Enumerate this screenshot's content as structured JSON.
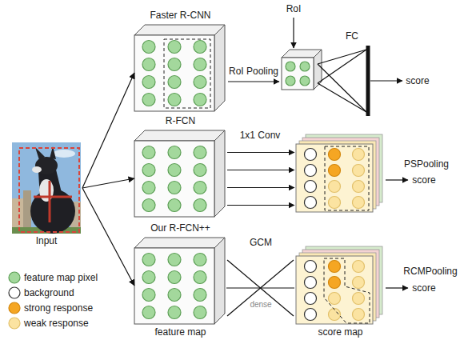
{
  "diagram": {
    "nodes": [
      {
        "text": [
          "Input"
        ]
      },
      {
        "text": [
          "Faster R-CNN"
        ]
      },
      {
        "text": [
          "R-FCN"
        ]
      },
      {
        "text": [
          "Our R-FCN++",
          "feature map"
        ]
      },
      {
        "text": [
          "score map"
        ]
      }
    ],
    "edges": [
      {
        "from": 0,
        "to": 1,
        "arrow": "to"
      },
      {
        "from": 0,
        "to": 2,
        "arrow": "to"
      },
      {
        "from": 0,
        "to": 3,
        "arrow": "to"
      },
      {
        "from": 3,
        "to": 4,
        "arrow": "none",
        "label": "GCM"
      }
    ],
    "labels": [
      "RoI",
      "FC",
      "RoI Pooling",
      "score",
      "1x1 Conv",
      "PSPooling",
      "score",
      "dense",
      "RCMPooling",
      "score"
    ],
    "legend": [
      {
        "text": "feature map pixel",
        "color": "#a3d89c"
      },
      {
        "text": "background",
        "color": "#ffffff"
      },
      {
        "text": "strong response",
        "color": "#f5a623"
      },
      {
        "text": "weak response",
        "color": "#fbe3a1"
      }
    ]
  }
}
